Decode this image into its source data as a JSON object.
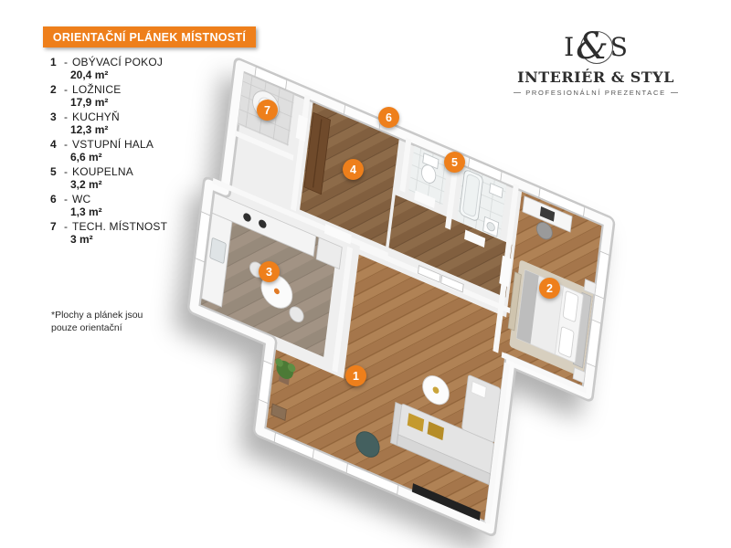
{
  "colors": {
    "accent": "#EE7F1B",
    "text": "#1C1C1C",
    "brand_text": "#2D2D2D"
  },
  "floors": {
    "parquet": "#B08255",
    "kitchen": "#A29384",
    "hall": "#8D6B49",
    "tile": "#EEF1F1",
    "tech": "#DFDFDF"
  },
  "header": {
    "title": "ORIENTAČNÍ PLÁNEK MÍSTNOSTÍ"
  },
  "legend": {
    "sep": "-",
    "items": [
      {
        "num": "1",
        "name": "OBÝVACÍ POKOJ",
        "area": "20,4 m²"
      },
      {
        "num": "2",
        "name": "LOŽNICE",
        "area": "17,9 m²"
      },
      {
        "num": "3",
        "name": "KUCHYŇ",
        "area": "12,3 m²"
      },
      {
        "num": "4",
        "name": "VSTUPNÍ HALA",
        "area": "6,6 m²"
      },
      {
        "num": "5",
        "name": "KOUPELNA",
        "area": "3,2 m²"
      },
      {
        "num": "6",
        "name": "WC",
        "area": "1,3 m²"
      },
      {
        "num": "7",
        "name": "TECH. MÍSTNOST",
        "area": "3 m²"
      }
    ],
    "footnote_line1": "*Plochy  a plánek jsou",
    "footnote_line2": "pouze orientační"
  },
  "brand": {
    "monogram_left": "I",
    "monogram_amp": "&",
    "monogram_right": "S",
    "name": "INTERIÉR & STYL",
    "tagline": "PROFESIONÁLNÍ PREZENTACE"
  }
}
